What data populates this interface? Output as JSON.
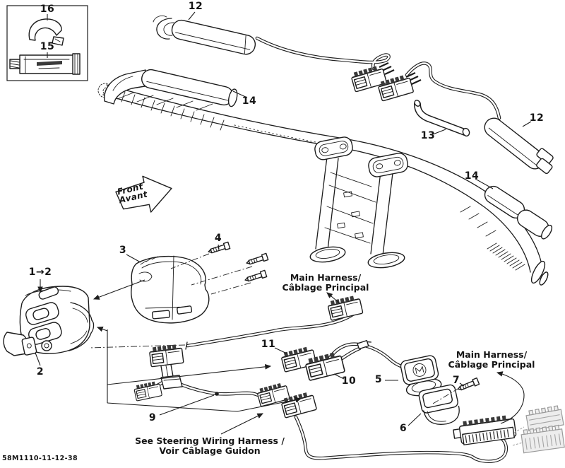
{
  "labels": {
    "p16": "16",
    "p15": "15",
    "p12_top": "12",
    "p14_left": "14",
    "p13": "13",
    "p12_right": "12",
    "p14_right": "14",
    "p1_2": "1→2",
    "p2": "2",
    "p3": "3",
    "p4": "4",
    "p5": "5",
    "p6": "6",
    "p7": "7",
    "p9": "9",
    "p10": "10",
    "p11": "11"
  },
  "annotations": {
    "main_harness_top": {
      "line1": "Main Harness/",
      "line2": "Câblage Principal"
    },
    "main_harness_bottom": {
      "line1": "Main Harness/",
      "line2": "Câblage Principal"
    },
    "see_steering": {
      "line1": "See Steering Wiring Harness /",
      "line2": "Voir Câblage Guidon"
    },
    "front_arrow": {
      "line1": "Front",
      "line2": "Avant"
    },
    "figure_code": "58M1110-11-12-38"
  }
}
